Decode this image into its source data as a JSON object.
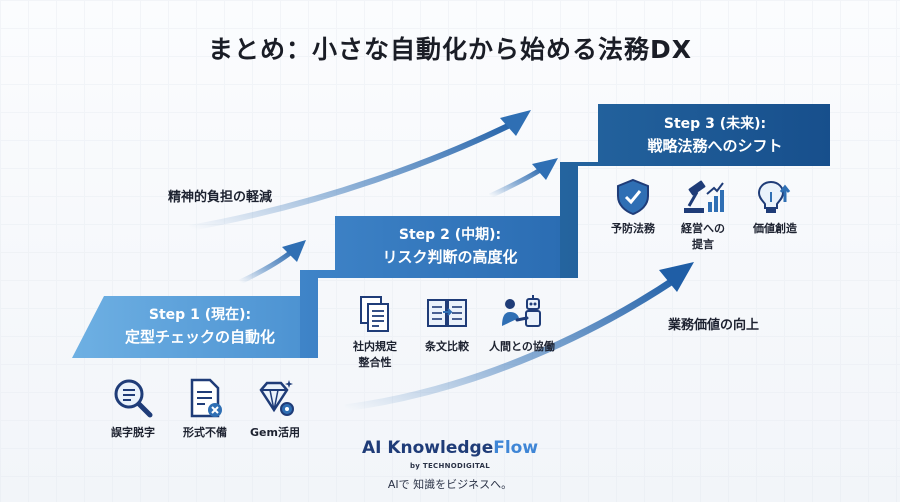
{
  "title": "まとめ：小さな自動化から始める法務DX",
  "steps": [
    {
      "head": "Step 1 (現在):",
      "sub": "定型チェックの自動化",
      "items": [
        {
          "label": "誤字脱字"
        },
        {
          "label": "形式不備"
        },
        {
          "label": "Gem活用"
        }
      ]
    },
    {
      "head": "Step 2 (中期):",
      "sub": "リスク判断の高度化",
      "items": [
        {
          "label": "社内規定",
          "label2": "整合性"
        },
        {
          "label": "条文比較"
        },
        {
          "label": "人間との協働"
        }
      ]
    },
    {
      "head": "Step 3 (未来):",
      "sub": "戦略法務へのシフト",
      "items": [
        {
          "label": "予防法務"
        },
        {
          "label": "経営への",
          "label2": "提言"
        },
        {
          "label": "価値創造"
        }
      ]
    }
  ],
  "callouts": {
    "mental": "精神的負担の軽減",
    "value": "業務価値の向上"
  },
  "brand": {
    "name_a": "AI Knowledge",
    "name_b": "Flow",
    "by": "by TECHNODIGITAL",
    "tagline": "AIで 知識をビジネスへ。"
  },
  "colors": {
    "step1": "#5da3dc",
    "step2": "#3478bd",
    "step3": "#1d5a9e",
    "arrow": "#2f6fb4"
  },
  "icons": [
    "magnifier-icon",
    "document-x-icon",
    "diamond-gear-icon",
    "documents-icon",
    "compare-book-icon",
    "robot-handshake-icon",
    "shield-check-icon",
    "gavel-chart-icon",
    "lightbulb-icon"
  ]
}
